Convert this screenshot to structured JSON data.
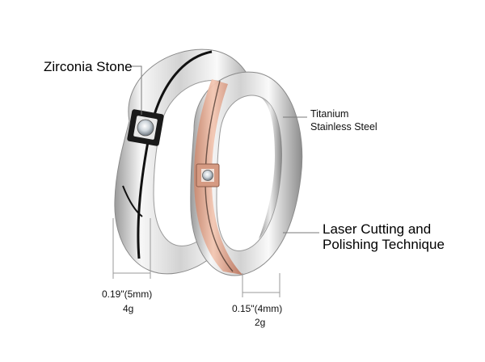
{
  "labels": {
    "zirconia": "Zirconia Stone",
    "material_line1": "Titanium",
    "material_line2": "Stainless Steel",
    "laser_line1": "Laser Cutting and",
    "laser_line2": "Polishing Technique"
  },
  "rings": {
    "left": {
      "width": "0.19\"(5mm)",
      "weight": "4g"
    },
    "right": {
      "width": "0.15\"(4mm)",
      "weight": "2g"
    }
  },
  "colors": {
    "steel_light": "#f4f4f4",
    "steel_mid": "#c9c9c9",
    "steel_dark": "#8e8e8e",
    "rose_gold": "#e4a88e",
    "groove_black": "#111111",
    "leader_line": "#7a7a7a"
  }
}
